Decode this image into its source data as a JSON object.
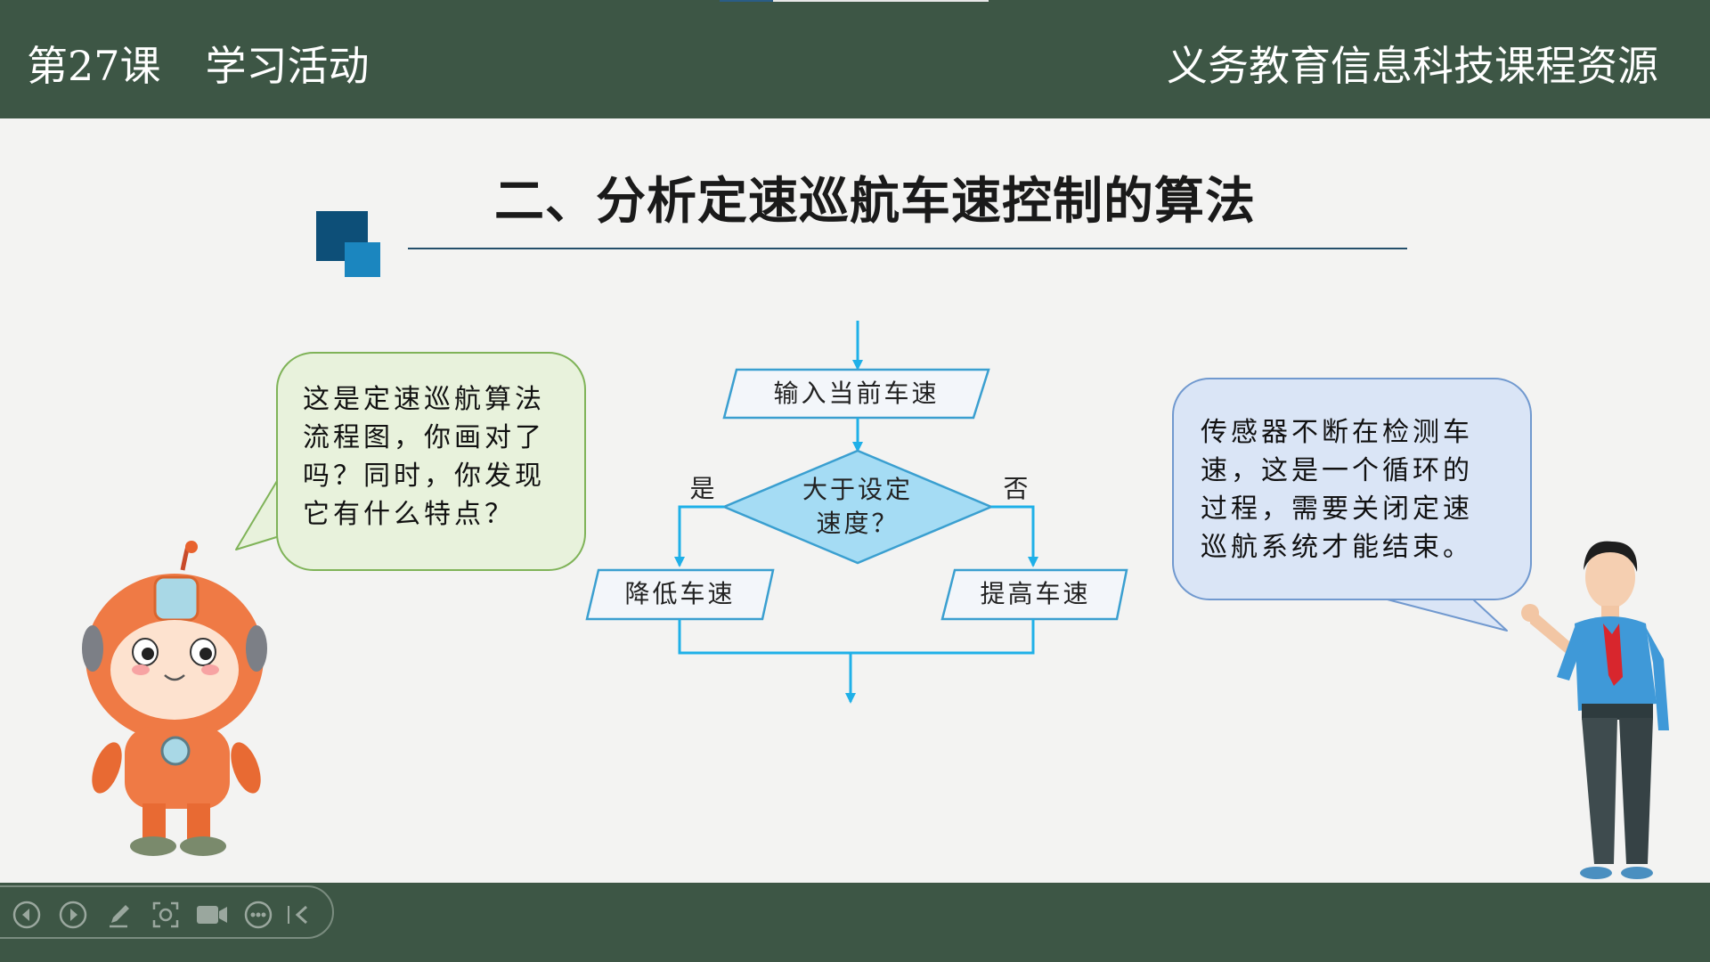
{
  "header": {
    "lesson_number": "第27课",
    "lesson_title": "学习活动",
    "brand": "义务教育信息科技课程资源"
  },
  "slide": {
    "title": "二、分析定速巡航车速控制的算法"
  },
  "left_bubble": {
    "lines": [
      "这是定速巡航算法",
      "流程图，你画对了",
      "吗？同时，你发现",
      "它有什么特点？"
    ]
  },
  "right_bubble": {
    "lines": [
      "传感器不断在检测车",
      "速，这是一个循环的",
      "过程，需要关闭定速",
      "巡航系统才能结束。"
    ]
  },
  "flowchart": {
    "input": "输入当前车速",
    "decision_line1": "大于设定",
    "decision_line2": "速度？",
    "yes_label": "是",
    "no_label": "否",
    "yes_action": "降低车速",
    "no_action": "提高车速"
  },
  "colors": {
    "header_bg": "#3d5645",
    "flow_line": "#1fb0e8",
    "decision_fill": "#a5dcf4",
    "box_stroke": "#3a9fd0"
  },
  "toolbar": {
    "icons": [
      "prev-icon",
      "next-icon",
      "pen-icon",
      "screenshot-icon",
      "camera-icon",
      "more-icon",
      "collapse-icon"
    ]
  }
}
